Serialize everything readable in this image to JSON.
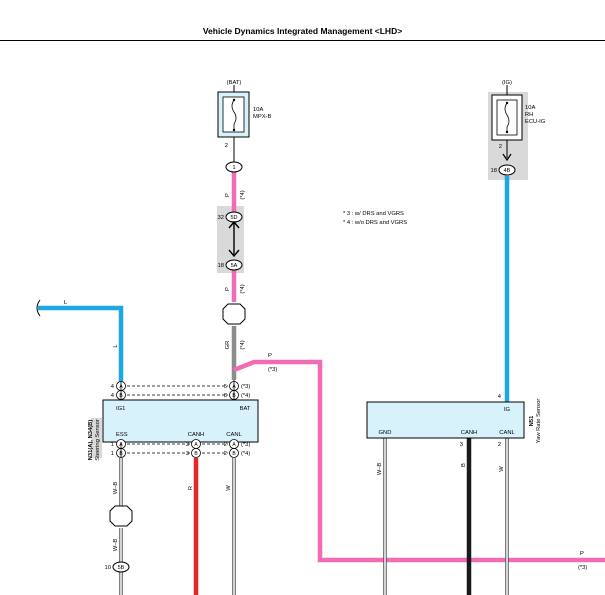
{
  "page": {
    "title": "Vehicle Dynamics Integrated Management <LHD>"
  },
  "notes": [
    "* 3 : w/ DRS and VGRS",
    "* 4 : w/o DRS and VGRS"
  ],
  "colors": {
    "pink": "#f06cb4",
    "blue": "#1fa8e0",
    "gray_wire": "#8c8c8c",
    "red": "#e8232a",
    "black": "#1a1a1a",
    "ecu_fill": "#d7f2fb",
    "shade": "#d9d9d9"
  },
  "fuses": {
    "bat": {
      "source": "(BAT)",
      "amp": "10A",
      "name": "MPX-B",
      "pin": "2"
    },
    "ig": {
      "source": "(IG)",
      "amp": "10A",
      "line2": "RH",
      "line3": "ECU-IG",
      "pin": "2"
    }
  },
  "connectors": {
    "c1": {
      "id": "1"
    },
    "c5d": {
      "id": "5D",
      "pin": "32"
    },
    "c5a": {
      "id": "5A",
      "pin": "18"
    },
    "c4b": {
      "id": "4B",
      "pin": "18"
    },
    "c5b": {
      "id": "5B",
      "pin": "10"
    },
    "n31_a_top": {
      "id": "A",
      "pin": "4"
    },
    "n31_b_top": {
      "id": "B",
      "pin": "4"
    },
    "n31_a_bot": {
      "id": "A",
      "pin": "1"
    },
    "n31_b_bot": {
      "id": "B",
      "pin": "1"
    },
    "canh_a": {
      "id": "A",
      "pin": "3"
    },
    "canh_b": {
      "id": "B",
      "pin": "3"
    },
    "bat_a": {
      "id": "A",
      "pin": "5",
      "note": "(*3)"
    },
    "bat_b": {
      "id": "B",
      "pin": "8",
      "note": "(*4)"
    },
    "canl_a": {
      "id": "A",
      "pin": "2",
      "note": "(*3)"
    },
    "canl_b": {
      "id": "B",
      "pin": "2",
      "note": "(*4)"
    }
  },
  "wires": {
    "p_upper": {
      "color": "P",
      "note": "(*4)"
    },
    "p_lower": {
      "color": "P",
      "note": "(*4)"
    },
    "gr": {
      "color": "GR",
      "note": "(*4)"
    },
    "p_branch": {
      "color": "P",
      "note": "(*3)"
    },
    "p_right": {
      "color": "P",
      "note": "(*3)"
    },
    "l_left": {
      "color": "L"
    },
    "l_vertical": {
      "color": "L"
    },
    "wb_upper": {
      "color": "W–B"
    },
    "wb_lower": {
      "color": "W–B"
    },
    "r": {
      "color": "R"
    },
    "w_left": {
      "color": "W"
    },
    "wb_right": {
      "color": "W–B"
    },
    "b_right": {
      "color": "B"
    },
    "w_right": {
      "color": "W"
    }
  },
  "components": {
    "steering_sensor": {
      "code": "N31(A), N34(B)",
      "name": "Steering Sensor",
      "ig1": "IG1",
      "bat": "BAT",
      "ess": "ESS",
      "canh": "CANH",
      "canl": "CANL"
    },
    "yaw_rate_sensor": {
      "code": "N51",
      "name": "Yaw Rate Sensor",
      "ig": "IG",
      "gnd": "GND",
      "canh": "CANH",
      "canl": "CANL",
      "pin_ig": "4",
      "pin_canh": "3",
      "pin_canl": "2"
    }
  }
}
